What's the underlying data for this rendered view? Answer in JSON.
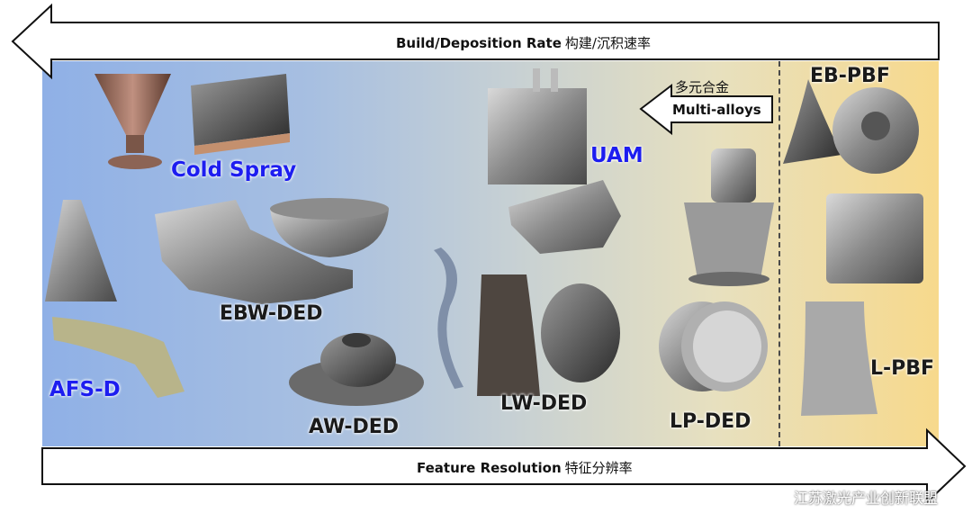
{
  "top_arrow": {
    "label": "Build/Deposition Rate",
    "label_cn": "构建/沉积速率"
  },
  "bottom_arrow": {
    "label": "Feature Resolution",
    "label_cn": "特征分辨率"
  },
  "multi_alloys": {
    "label_cn": "多元合金",
    "label": "Multi-alloys"
  },
  "technologies": {
    "cold_spray": "Cold Spray",
    "afs_d": "AFS-D",
    "ebw_ded": "EBW-DED",
    "aw_ded": "AW-DED",
    "uam": "UAM",
    "lw_ded": "LW-DED",
    "lp_ded": "LP-DED",
    "eb_pbf": "EB-PBF",
    "l_pbf": "L-PBF"
  },
  "watermark": "江苏激光产业创新联盟",
  "colors": {
    "blue_label": "#1d1df0",
    "gradient_left": "#8fb0e6",
    "gradient_right": "#f7d98c"
  }
}
